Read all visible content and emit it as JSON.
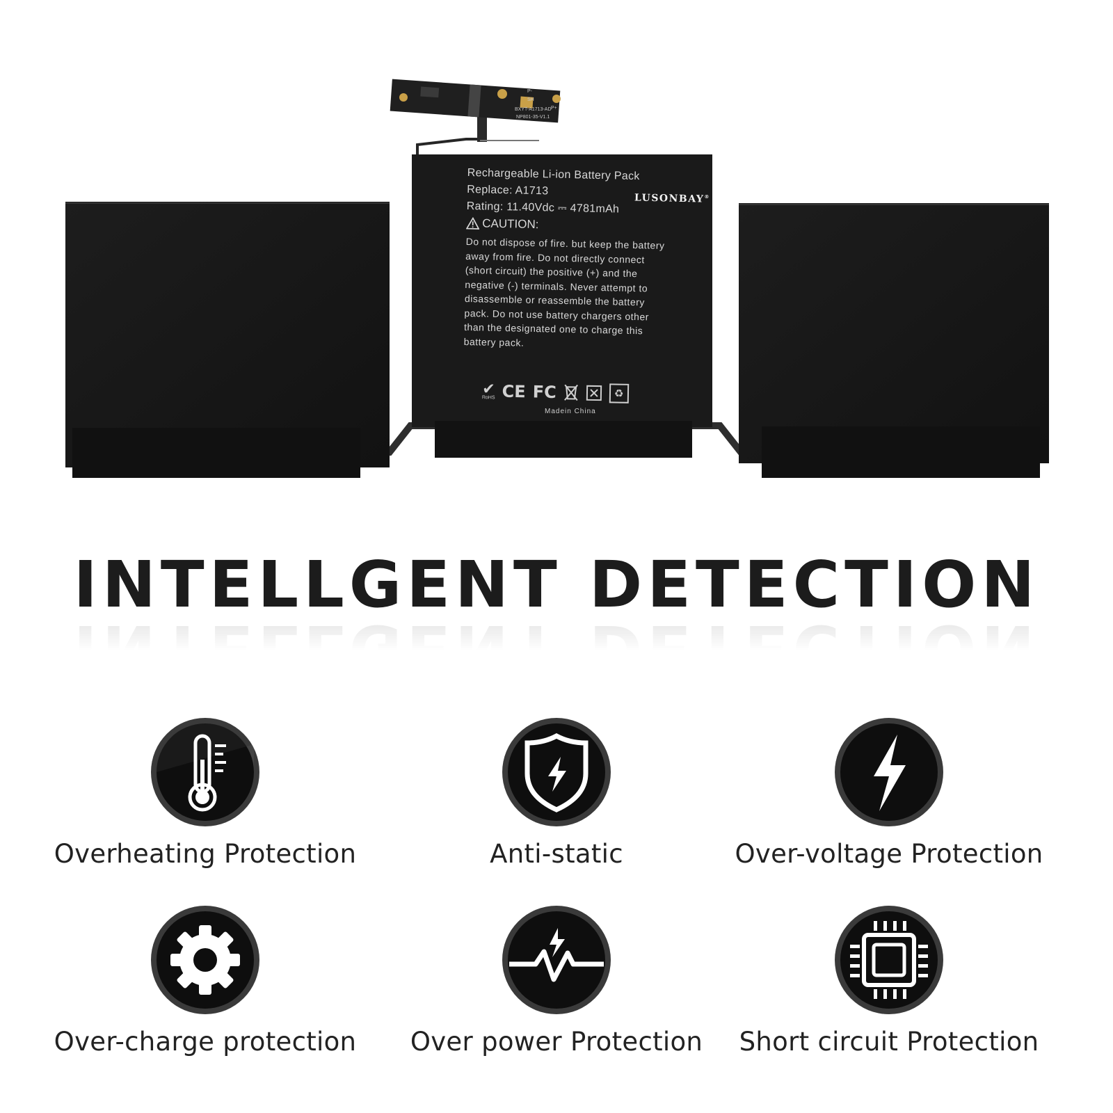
{
  "battery_label": {
    "lines": [
      "Rechargeable Li-ion Battery Pack",
      "Replace: A1713",
      "Rating: 11.40Vdc ⎓ 4781mAh"
    ],
    "caution_title": "CAUTION:",
    "caution_body": "Do not dispose of fire. but keep the battery away from fire. Do not directly connect (short circuit) the positive (+) and the negative (-) terminals. Never attempt to disassemble or reassemble the battery pack. Do not use battery chargers other than the designated one to charge this battery pack.",
    "brand": "LUSONBAY",
    "certifications": [
      "RoHS",
      "CE",
      "FC"
    ],
    "made_in": "Madein China",
    "pcb_codes": [
      "BXYT-A1713-AD",
      "NP801-35-V1.1",
      "P-",
      "SH",
      "P+"
    ]
  },
  "headline": "INTELLGENT DETECTION",
  "features": [
    {
      "label": "Overheating Protection",
      "icon": "thermometer-icon"
    },
    {
      "label": "Anti-static",
      "icon": "shield-lightning-icon"
    },
    {
      "label": "Over-voltage Protection",
      "icon": "lightning-bolt-icon"
    },
    {
      "label": "Over-charge protection",
      "icon": "gear-icon"
    },
    {
      "label": "Over power Protection",
      "icon": "pulse-lightning-icon"
    },
    {
      "label": "Short circuit Protection",
      "icon": "chip-icon"
    }
  ],
  "colors": {
    "battery_cell": "#161616",
    "icon_ring": "#3d3d3d",
    "headline": "#1c1c1c",
    "label": "#222222"
  }
}
